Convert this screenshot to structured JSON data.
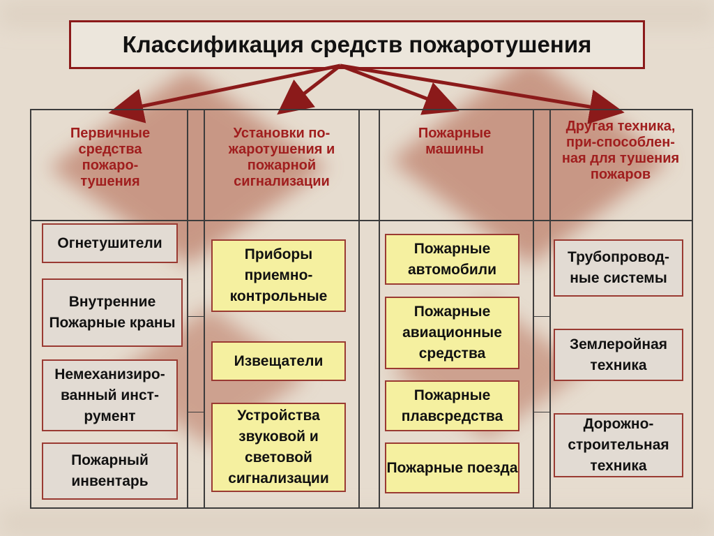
{
  "title": "Классификация средств пожаротушения",
  "columns": [
    {
      "header": "Первичные средства пожаро-тушения",
      "items": [
        "Огнетушители",
        "Внутренние Пожарные краны",
        "Немеханизиро-ванный инст-румент",
        "Пожарный инвентарь"
      ]
    },
    {
      "header": "Установки по-жаротушения и пожарной сигнализации",
      "items": [
        "Приборы приемно-контрольные",
        "Извещатели",
        "Устройства звуковой и световой сигнализации"
      ]
    },
    {
      "header": "Пожарные машины",
      "items": [
        "Пожарные автомобили",
        "Пожарные авиационные средства",
        "Пожарные плавсредства",
        "Пожарные поезда"
      ]
    },
    {
      "header": "Другая техника, при-способлен-ная для тушения пожаров",
      "items": [
        "Трубопровод-ные системы",
        "Землеройная техника",
        "Дорожно-строительная техника"
      ]
    }
  ],
  "colors": {
    "title_border": "#8b1a1a",
    "arrow": "#8b1a1a",
    "header_text": "#a01e1e",
    "item_border": "#9a3a32",
    "grey_box": "#e2dbd3",
    "yellow_box": "#f5f0a0"
  }
}
